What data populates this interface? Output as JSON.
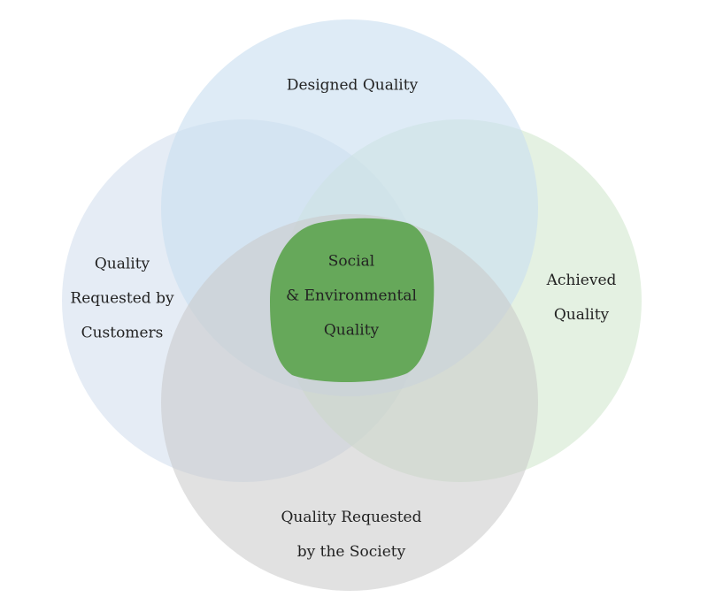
{
  "circles": {
    "designed": {
      "color": "#c9dff0",
      "lines": [
        "Designed Quality"
      ]
    },
    "customers": {
      "color": "#d5e0ef",
      "lines": [
        "Quality",
        "Requested by",
        "Customers"
      ]
    },
    "achieved": {
      "color": "#d3e8d0",
      "lines": [
        "Achieved",
        "Quality"
      ]
    },
    "society": {
      "color": "#c8c8c8",
      "lines": [
        "Quality Requested",
        "by the Society"
      ]
    }
  },
  "center": {
    "color": "#66a85a",
    "lines": [
      "Social",
      "& Environmental",
      "Quality"
    ]
  }
}
